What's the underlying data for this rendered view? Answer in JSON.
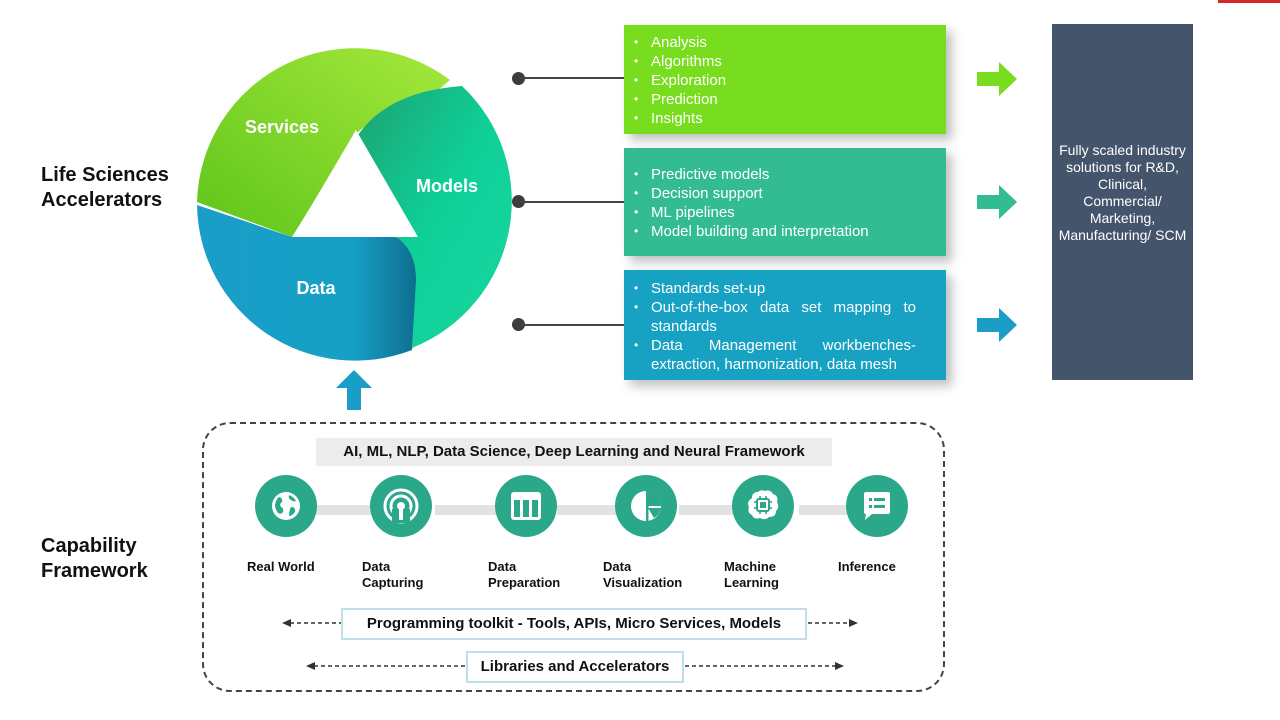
{
  "accelerators": {
    "title_line1": "Life Sciences",
    "title_line2": "Accelerators",
    "ring": {
      "services": "Services",
      "models": "Models",
      "data": "Data"
    },
    "boxes": [
      {
        "color": "#77dd1e",
        "items": [
          "Analysis",
          "Algorithms",
          "Exploration",
          "Prediction",
          "Insights"
        ]
      },
      {
        "color": "#33bb92",
        "items": [
          "Predictive models",
          "Decision support",
          "ML pipelines",
          "Model building and interpretation"
        ]
      },
      {
        "color": "#17a2c4",
        "items": [
          "Standards set-up",
          "Out-of-the-box data set mapping to standards",
          "Data Management workbenches- extraction, harmonization, data mesh"
        ]
      }
    ],
    "solutions": {
      "color": "#44546a",
      "text": "Fully scaled industry solutions for R&D, Clinical, Commercial/ Marketing, Manufacturing/ SCM"
    }
  },
  "capability": {
    "title_line1": "Capability",
    "title_line2": "Framework",
    "framework_label": "AI, ML, NLP, Data Science, Deep Learning and Neural Framework",
    "steps": [
      {
        "icon": "globe-icon",
        "label": "Real World"
      },
      {
        "icon": "broadcast-icon",
        "label": "Data Capturing"
      },
      {
        "icon": "table-icon",
        "label": "Data Preparation"
      },
      {
        "icon": "pie-chart-icon",
        "label": "Data Visualization"
      },
      {
        "icon": "brain-chip-icon",
        "label": "Machine Learning"
      },
      {
        "icon": "chat-list-icon",
        "label": "Inference"
      }
    ],
    "toolkit_label": "Programming toolkit -  Tools, APIs, Micro Services, Models",
    "libraries_label": "Libraries and Accelerators"
  },
  "colors": {
    "green": "#77dd1e",
    "teal": "#2ba88a",
    "blue": "#17a2c4",
    "slate": "#44546a",
    "accent_red": "#d9262b"
  }
}
